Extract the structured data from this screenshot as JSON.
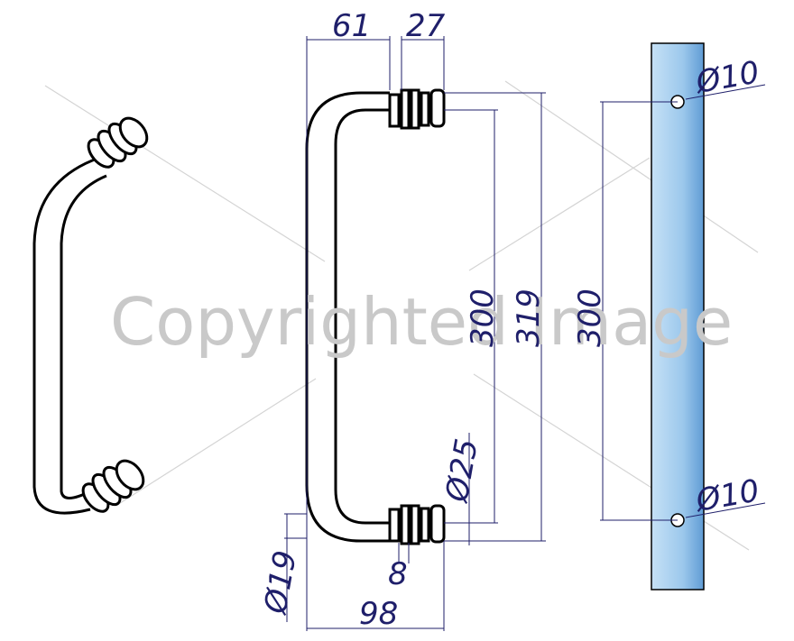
{
  "watermark": "Copyrighted Image",
  "dimensions": {
    "width_61": "61",
    "width_27": "27",
    "height_300_mid": "300",
    "height_319": "319",
    "height_300_right": "300",
    "dia_10_top": "Ø10",
    "dia_10_bottom": "Ø10",
    "dia_25": "Ø25",
    "dia_19": "Ø19",
    "width_8": "8",
    "width_98": "98"
  },
  "colors": {
    "bar_fill_top": "#aed1ef",
    "bar_fill_bottom": "#6aa6dc",
    "dimension_text": "#1f1f6a",
    "watermark": "#c9c9c9"
  }
}
